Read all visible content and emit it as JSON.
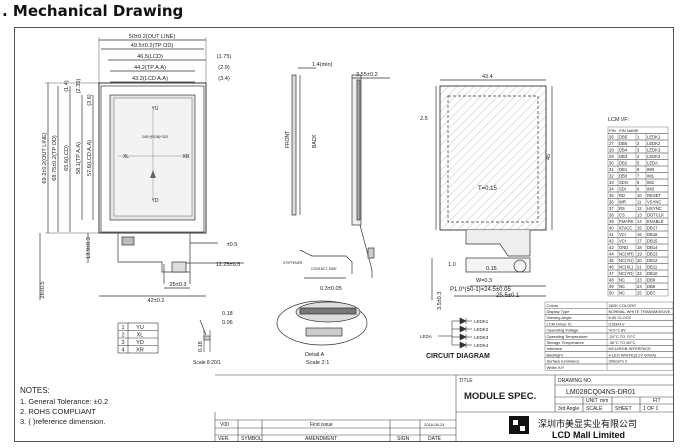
{
  "page": {
    "heading": ". Mechanical Drawing"
  },
  "front_view": {
    "dims_top": [
      "50±0.2(OUT LINE)",
      "49.5±0.2(TP OD)",
      "46.5(LCD)",
      "44.2(TP A.A)",
      "43.2(LCD A.A)"
    ],
    "dims_top_ref": [
      "(1.75)",
      "(2.9)",
      "(3.4)"
    ],
    "dims_left_ref": [
      "(1.4)",
      "(2.35)",
      "(3.6)"
    ],
    "dims_left": [
      "69.2±0.2(OUT LINE)",
      "68.75±0.2(TP OD)",
      "65.6(LCD)",
      "58.1(TP A.A)",
      "57.6(LCD A.A)"
    ],
    "screen_labels": {
      "top": "YU",
      "left": "XL",
      "right": "XR",
      "bottom": "YD",
      "center": "240*(RGB)*320"
    },
    "dims_lower": [
      "±0.5",
      "12.25±0.5",
      "25±0.3",
      "42±0.2",
      "13.9±0.3",
      "26±0.5"
    ],
    "pin_table": [
      [
        "1",
        "YU"
      ],
      [
        "2",
        "XL"
      ],
      [
        "3",
        "YD"
      ],
      [
        "4",
        "XR"
      ]
    ],
    "small_dims": [
      "0.18",
      "0.06",
      "0.18"
    ],
    "scale_note": "Scale 8:20/1"
  },
  "side_view": {
    "dims": [
      "1.4(min)",
      "3.55±0.2",
      "0.3±0.05"
    ],
    "labels": {
      "front": "FRONT",
      "back": "BACK",
      "stiffener": "STIFFENER",
      "contact": "CONTACT SIDE"
    }
  },
  "detail_view": {
    "title": "Detail A",
    "scale": "Scale 2:1"
  },
  "circuit": {
    "title": "CIRCUIT DIAGRAM",
    "leds": [
      "LEDA",
      "LEDK1",
      "LEDK2",
      "LEDK3",
      "LEDK4"
    ]
  },
  "back_view": {
    "dims": [
      "43.4",
      "2.5",
      "45",
      "1.0",
      "0.15",
      "W=0.3",
      "3.5±0.3",
      "25.5±0.1",
      "P1.0*(50-1)=24.5±0.05"
    ],
    "labels": {
      "t": "T=0.15"
    }
  },
  "pinout": {
    "title": "LCM I/F:",
    "header": [
      "PIN",
      "PIN NAME"
    ],
    "rows": [
      [
        "26",
        "DB5",
        "1",
        "LEDK1"
      ],
      [
        "27",
        "DB5",
        "2",
        "LEDK2"
      ],
      [
        "28",
        "DB4",
        "3",
        "LEDK3"
      ],
      [
        "29",
        "DB3",
        "4",
        "LEDK3"
      ],
      [
        "30",
        "DB2",
        "5",
        "LEDA"
      ],
      [
        "31",
        "DB1",
        "6",
        "IM0"
      ],
      [
        "32",
        "DB0",
        "7",
        "IM1"
      ],
      [
        "33",
        "SDO",
        "8",
        "IM2"
      ],
      [
        "34",
        "SDI",
        "9",
        "IM3"
      ],
      [
        "35",
        "RD",
        "10",
        "RESET"
      ],
      [
        "36",
        "WR",
        "11",
        "VSYNC"
      ],
      [
        "37",
        "RS",
        "12",
        "HSYNC"
      ],
      [
        "38",
        "CS",
        "13",
        "DOTCLK"
      ],
      [
        "39",
        "FMARK",
        "14",
        "ENABLE"
      ],
      [
        "40",
        "IOVCC",
        "15",
        "DB17"
      ],
      [
        "41",
        "VCI",
        "16",
        "DB16"
      ],
      [
        "42",
        "VCI",
        "17",
        "DB15"
      ],
      [
        "43",
        "GND",
        "18",
        "DB14"
      ],
      [
        "44",
        "NC(XR)",
        "19",
        "DB13"
      ],
      [
        "45",
        "NC(YU)",
        "20",
        "DB12"
      ],
      [
        "46",
        "NC(XL)",
        "21",
        "DB11"
      ],
      [
        "47",
        "NC(YD)",
        "22",
        "DB10"
      ],
      [
        "48",
        "NC",
        "23",
        "DB9"
      ],
      [
        "49",
        "NC",
        "24",
        "DB8"
      ],
      [
        "50",
        "NC",
        "25",
        "DB7"
      ]
    ]
  },
  "specs": [
    [
      "Colors",
      "262K COLORS"
    ],
    [
      "Display Type",
      "NORMAL WHITE TRANSMISSIVE"
    ],
    [
      "Viewing Angle",
      "6:00 CLOCK"
    ],
    [
      "LCM Driver IC",
      "ILI9341V"
    ],
    [
      "Operating Voltage",
      "VCI=2.8V"
    ],
    [
      "Operating Temperature",
      "-20°C TO 70°C"
    ],
    [
      "Storage Temperature",
      "-30°C TO 80°C"
    ],
    [
      "Interface",
      "MCU/RGB INTERFACE"
    ],
    [
      "Backlight",
      "4 LED WHITE(3.2V 60mA)"
    ],
    [
      "Surface luminance",
      "300cd/m  2"
    ],
    [
      "White X/Y",
      ""
    ]
  ],
  "notes": {
    "title": "NOTES:",
    "items": [
      "1. General Tolerance: ±0.2",
      "2. ROHS COMPLIANT",
      "3. (    )reference dimension."
    ]
  },
  "title_block": {
    "title_label": "TITLE",
    "title": "MODULE SPEC.",
    "drawing_no_label": "DRAWING NO.",
    "drawing_no": "LM028CQ04NS-DR01",
    "angle": "3rd Angle",
    "unit_label": "UNIT",
    "unit": "mm",
    "scale_label": "SCALE",
    "sheet_label": "SHEET",
    "sheet": "1  OF  1",
    "fit_label": "FIT",
    "rev_row": [
      "V00",
      "First issue",
      "2018-08-24"
    ],
    "rev_header": [
      "VER.",
      "SYMBOL",
      "AMENDMENT",
      "SIGN",
      "DATE"
    ]
  },
  "logo": {
    "zh": "深圳市美显实业有限公司",
    "en": "LCD Mall Limited"
  }
}
